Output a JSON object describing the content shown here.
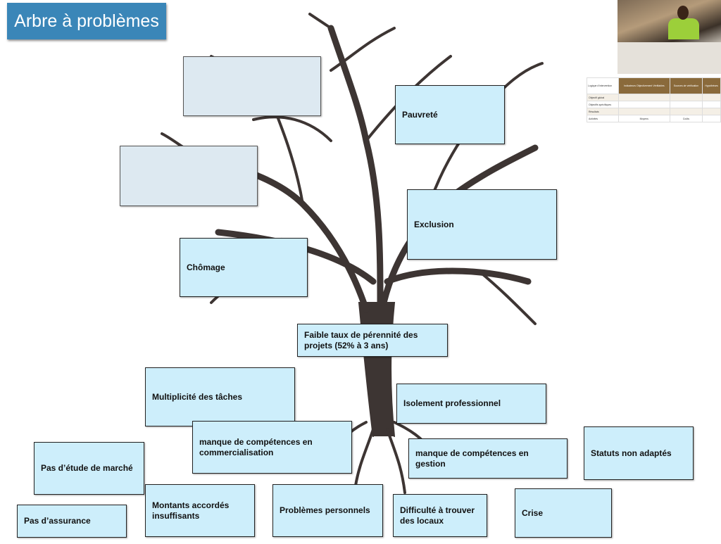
{
  "title": "Arbre à problèmes",
  "effects": {
    "box1": "",
    "box2": "",
    "pauvrete": "Pauvreté",
    "exclusion": "Exclusion",
    "chomage": "Chômage"
  },
  "core_problem": "Faible taux de pérennité des projets (52% à 3 ans)",
  "causes": {
    "multiplicite": "Multiplicité des tâches",
    "isolement": "Isolement professionnel",
    "commercialisation": "manque de compétences en commercialisation",
    "gestion": "manque de compétences en gestion",
    "statuts": "Statuts non adaptés",
    "etude": "Pas d’étude de marché",
    "montants": "Montants accordés insuffisants",
    "personnels": "Problèmes personnels",
    "locaux": "Difficulté à trouver des locaux",
    "crise": "Crise",
    "assurance": "Pas d’assurance"
  },
  "logframe": {
    "headers": [
      "Logique d'intervention",
      "Indicateurs Objectivement Vérifiables",
      "Sources de vérification",
      "Hypothèses"
    ],
    "rows": [
      [
        "Objectif global",
        "",
        "",
        ""
      ],
      [
        "Objectifs spécifiques",
        "",
        "",
        ""
      ],
      [
        "Résultats",
        "",
        "",
        ""
      ],
      [
        "Activités",
        "Moyens",
        "Coûts",
        ""
      ]
    ]
  },
  "colors": {
    "title_bg": "#3a86b8",
    "box_bg": "#cdeefb",
    "empty_box_bg": "#dde9f1",
    "tree": "#3d3533"
  }
}
